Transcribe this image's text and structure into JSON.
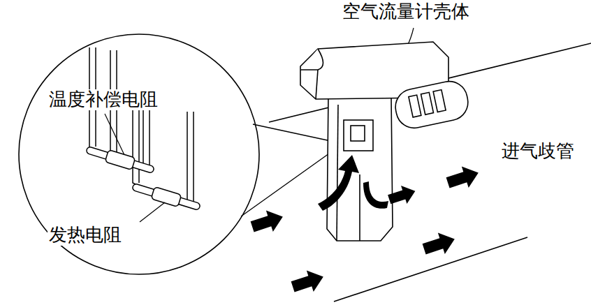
{
  "diagram": {
    "labels": [
      "空气流量计壳体",
      "温度补偿电阻",
      "发热电阻",
      "进气歧管"
    ]
  }
}
